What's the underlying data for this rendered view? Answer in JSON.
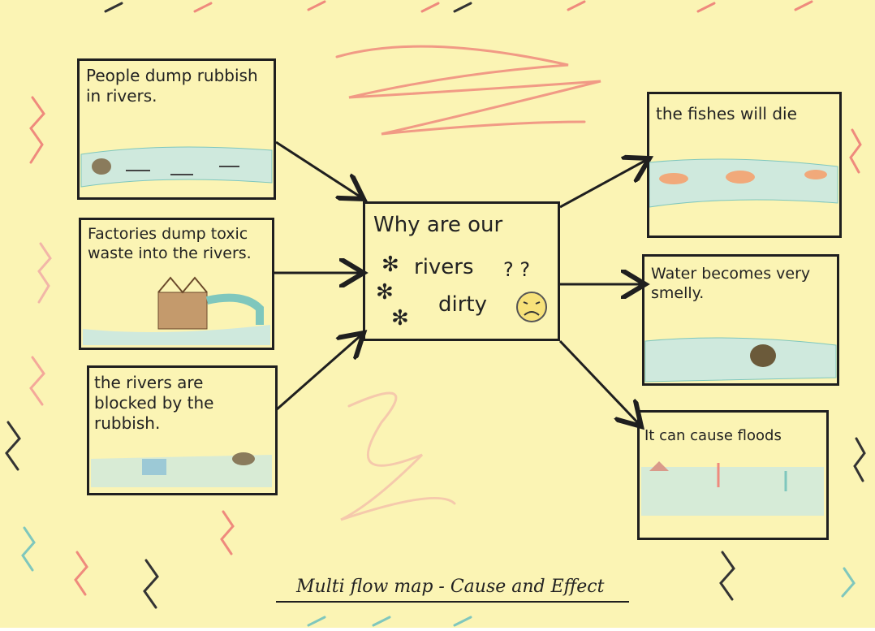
{
  "diagram": {
    "center": {
      "line1": "Why are our",
      "line2": "rivers",
      "line3": "dirty",
      "marks": "? ?"
    },
    "causes": [
      {
        "text": "People dump rubbish in rivers."
      },
      {
        "text": "Factories dump toxic waste into the rivers."
      },
      {
        "text": "the rivers are blocked by the rubbish."
      }
    ],
    "effects": [
      {
        "text": "the fishes will die"
      },
      {
        "text": "Water becomes very smelly."
      },
      {
        "text": "It can cause floods"
      }
    ],
    "caption": "Multi flow map - Cause and Effect"
  },
  "colors": {
    "paper": "#fbf4b4",
    "ink": "#1f1f1f",
    "river": "#bfe3d8",
    "scribble_red": "#ef8a7d",
    "scribble_teal": "#7fc7bd"
  },
  "icons": [
    "sad-face-icon",
    "fish-icon",
    "factory-icon",
    "rubbish-bag-icon",
    "house-icon",
    "tree-icon",
    "asterisk-icon"
  ]
}
